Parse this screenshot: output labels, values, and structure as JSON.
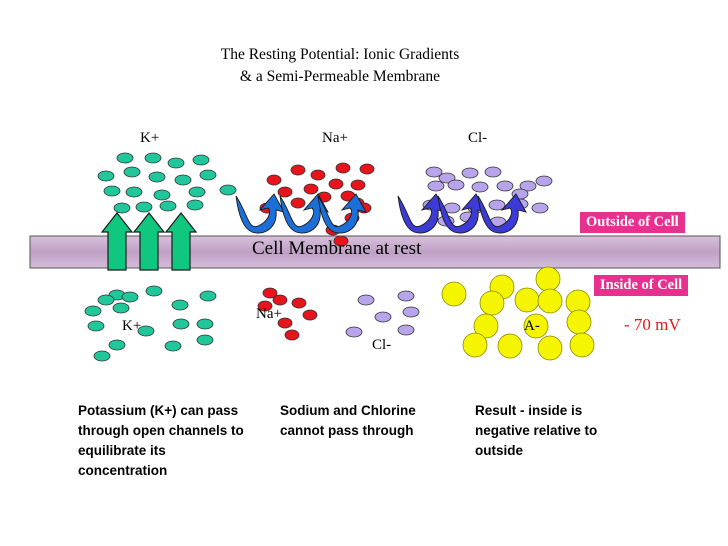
{
  "title": {
    "line1": "The Resting Potential: Ionic Gradients",
    "line2": "& a Semi-Permeable Membrane"
  },
  "ions": {
    "outside": {
      "k": "K+",
      "na": "Na+",
      "cl": "Cl-"
    },
    "inside": {
      "k": "K+",
      "na": "Na+",
      "cl": "Cl-",
      "anion": "A-"
    }
  },
  "membrane": {
    "label": "Cell Membrane at rest"
  },
  "tags": {
    "outside": "Outside of Cell",
    "inside": "Inside of Cell"
  },
  "potential": "- 70 mV",
  "notes": {
    "potassium": "Potassium (K+) can pass through open channels to equilibrate its concentration",
    "sodium_chlorine": "Sodium and Chlorine cannot pass through",
    "result": "Result - inside is negative relative to outside"
  },
  "colors": {
    "potassium": "#1fc79b",
    "sodium": "#e8141b",
    "chloride": "#b7a4ea",
    "anion": "#f5f500",
    "membrane": "#c9a9cf",
    "channel_arrow": "#10c77f",
    "sodium_arrow": "#1c6fd8",
    "chloride_arrow": "#3c3bd6",
    "tag": "#e6318e",
    "potential_text": "#e01a1a"
  }
}
